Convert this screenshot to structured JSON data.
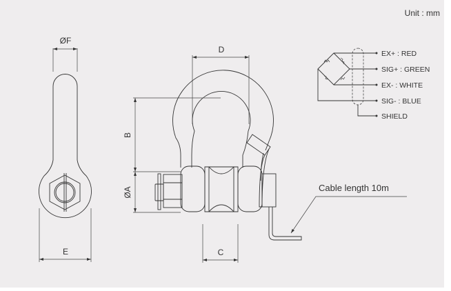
{
  "unit_label": "Unit : mm",
  "dimensions": {
    "f": "ØF",
    "e": "E",
    "d": "D",
    "b": "B",
    "a": "ØA",
    "c": "C"
  },
  "cable_label": "Cable length 10m",
  "wiring": [
    {
      "label": "EX+ : RED"
    },
    {
      "label": "SIG+ : GREEN"
    },
    {
      "label": "EX- : WHITE"
    },
    {
      "label": "SIG- : BLUE"
    },
    {
      "label": "SHIELD"
    }
  ]
}
